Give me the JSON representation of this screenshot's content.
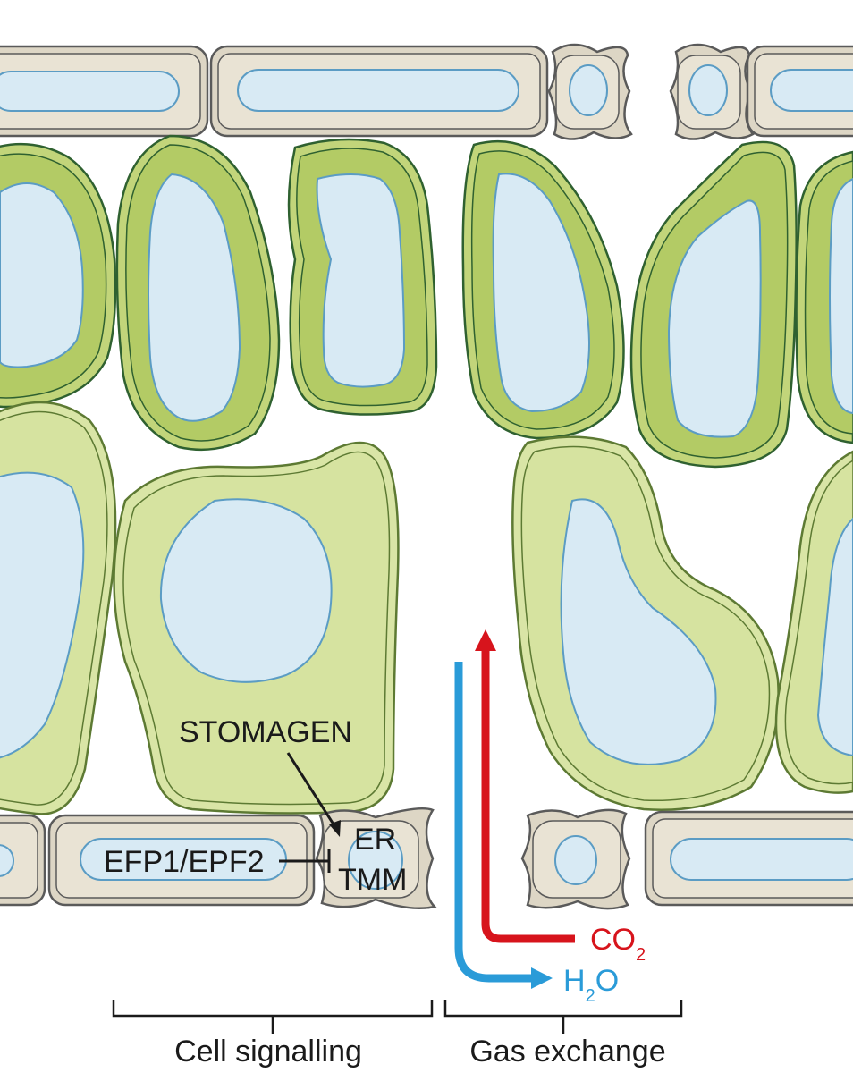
{
  "labels": {
    "stomagen": "STOMAGEN",
    "efp": "EFP1/EPF2",
    "er": "ER",
    "tmm": "TMM",
    "co2_main": "CO",
    "co2_sub": "2",
    "h2o_h": "H",
    "h2o_sub": "2",
    "h2o_o": "O",
    "cell_signalling": "Cell signalling",
    "gas_exchange": "Gas exchange"
  },
  "colors": {
    "co2_arrow": "#d7141c",
    "h2o_arrow": "#2a9bd8",
    "palisade": "#c2d57a",
    "spongy": "#d9e5a6",
    "epidermis": "#ddd6c5",
    "vacuole": "#d8eaf4"
  }
}
